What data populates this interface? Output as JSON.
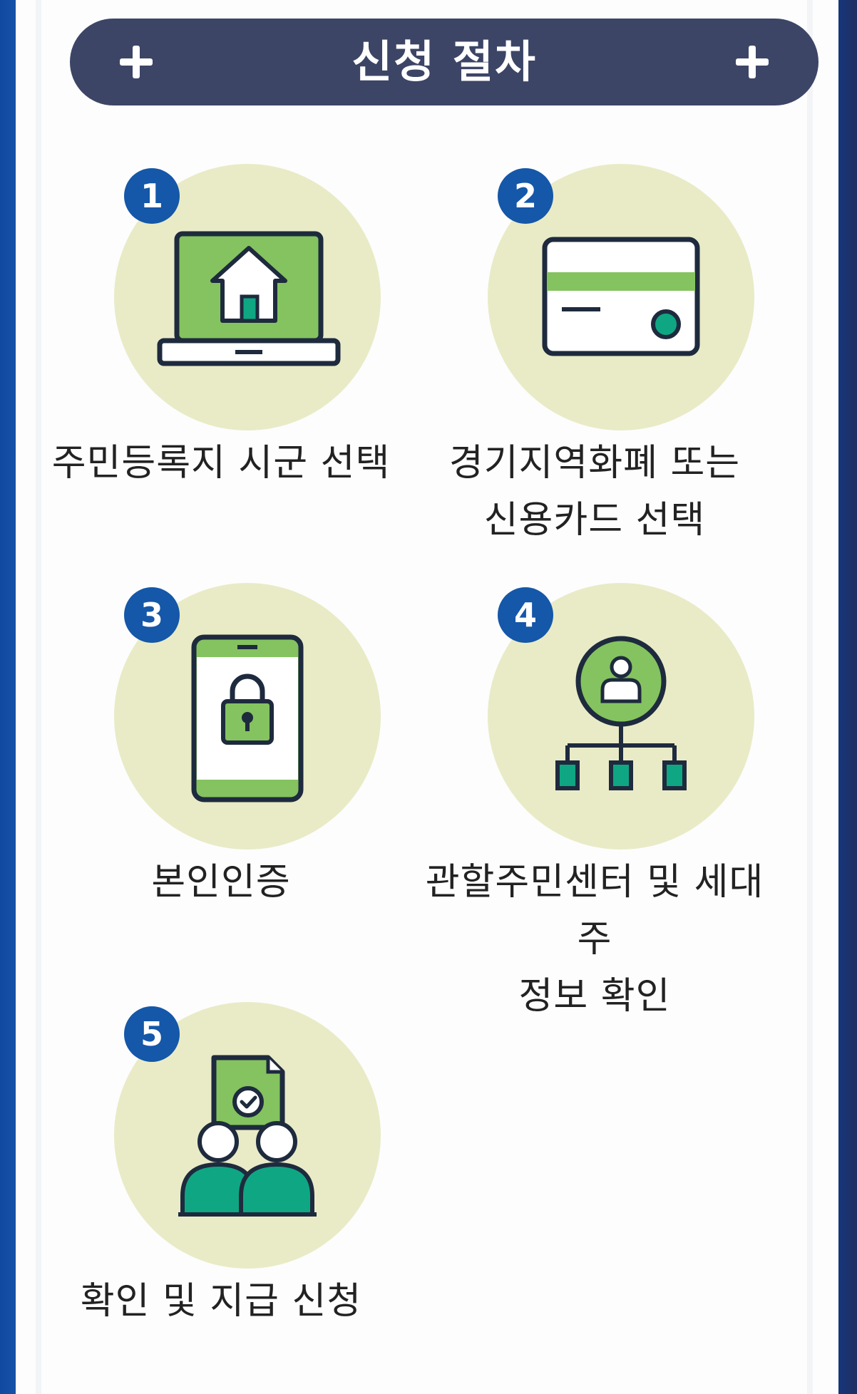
{
  "header": {
    "title": "신청 절차",
    "left_icon": "plus-icon",
    "right_icon": "plus-icon"
  },
  "steps": [
    {
      "number": "1",
      "icon": "laptop-home-icon",
      "label_line1": "주민등록지 시군 선택",
      "label_line2": ""
    },
    {
      "number": "2",
      "icon": "credit-card-icon",
      "label_line1": "경기지역화폐 또는",
      "label_line2": "신용카드 선택"
    },
    {
      "number": "3",
      "icon": "phone-lock-icon",
      "label_line1": "본인인증",
      "label_line2": ""
    },
    {
      "number": "4",
      "icon": "user-hierarchy-icon",
      "label_line1": "관할주민센터 및 세대주",
      "label_line2": "정보 확인"
    },
    {
      "number": "5",
      "icon": "users-document-check-icon",
      "label_line1": "확인 및 지급 신청",
      "label_line2": ""
    }
  ],
  "colors": {
    "header_bg": "#3c4566",
    "badge_bg": "#1557a8",
    "circle_bg": "#e9ebc7",
    "icon_green": "#84c35f",
    "icon_teal": "#0fa783",
    "icon_outline": "#1e2a3d",
    "frame_blue": "#1552a8"
  }
}
